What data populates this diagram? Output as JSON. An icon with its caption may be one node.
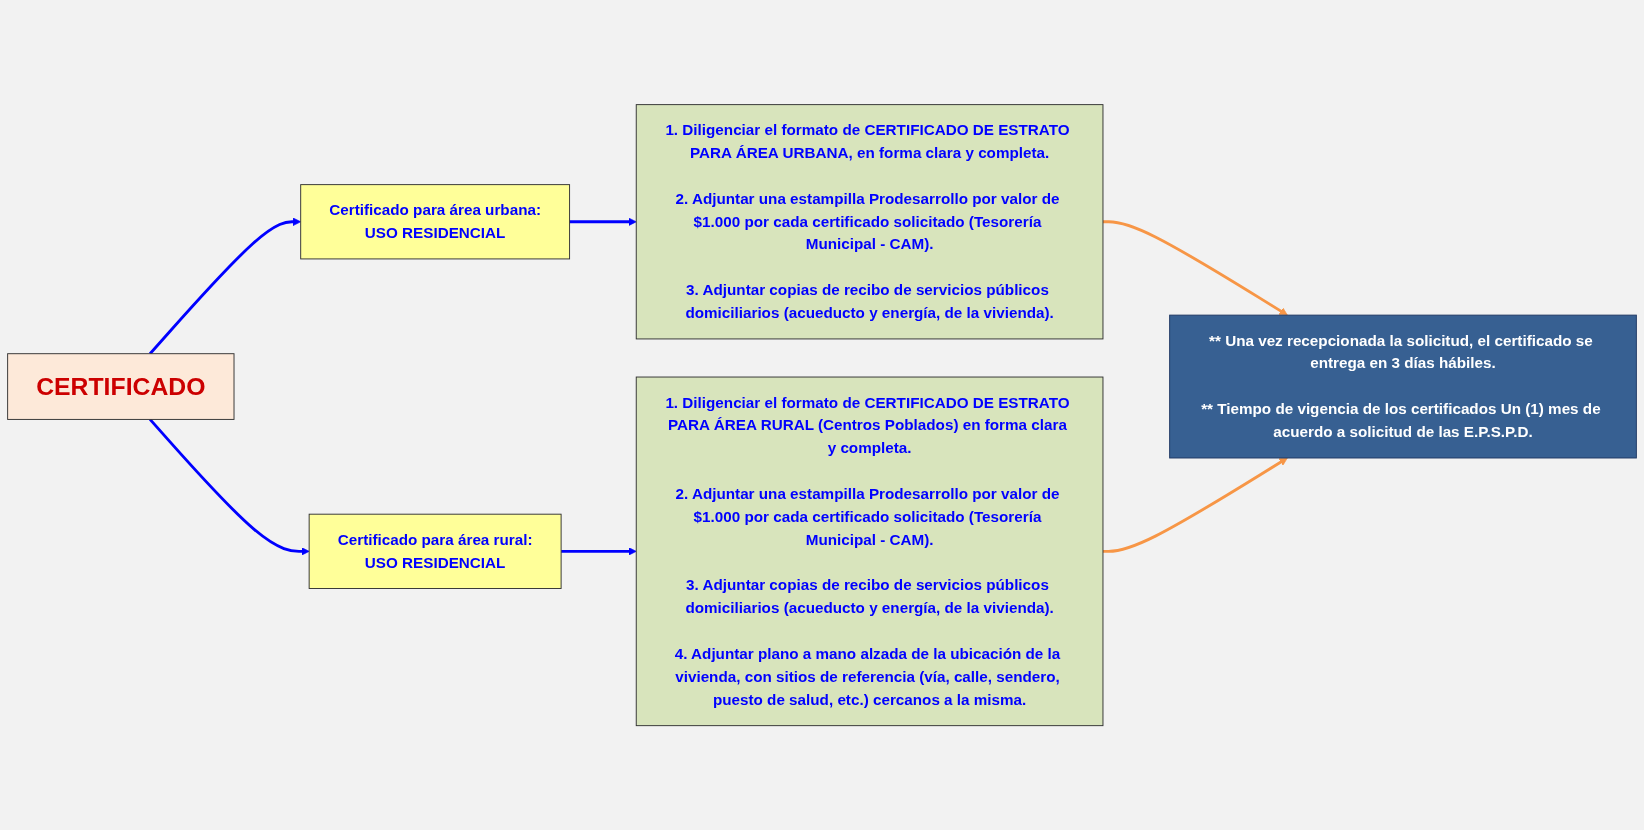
{
  "diagram": {
    "nodes": [
      {
        "text": [
          "CERTIFICADO"
        ]
      },
      {
        "text": [
          "Certificado para área urbana:",
          "USO RESIDENCIAL"
        ]
      },
      {
        "text": [
          "1. Diligenciar el formato de CERTIFICADO DE ESTRATO PARA ÁREA URBANA, en forma clara y completa.",
          "2. Adjuntar una estampilla Prodesarrollo por valor de $1.000 por cada certificado solicitado (Tesorería Municipal - CAM).",
          "3. Adjuntar copias de recibo de servicios públicos domiciliarios (acueducto y energía, de la vivienda)."
        ]
      },
      {
        "text": [
          "Certificado para área rural:",
          "USO RESIDENCIAL"
        ]
      },
      {
        "text": [
          "1. Diligenciar el formato de CERTIFICADO DE ESTRATO PARA ÁREA RURAL (Centros Poblados) en forma clara y completa.",
          "2. Adjuntar una estampilla Prodesarrollo por valor de $1.000 por cada certificado solicitado (Tesorería Municipal - CAM).",
          "3. Adjuntar copias de recibo de servicios públicos domiciliarios (acueducto y energía, de la vivienda).",
          "4. Adjuntar plano a mano alzada de la ubicación de la vivienda, con sitios de referencia (vía, calle, sendero, puesto de salud, etc.) cercanos a la misma."
        ]
      },
      {
        "text": [
          "** Una vez recepcionada la solicitud, el certificado se entrega en 3 días hábiles.",
          "** Tiempo de vigencia de los certificados Un (1) mes de acuerdo a solicitud de las E.P.S.P.D."
        ]
      }
    ],
    "edges": [
      {
        "from": 0,
        "to": 1,
        "arrow": "to"
      },
      {
        "from": 1,
        "to": 2,
        "arrow": "to"
      },
      {
        "from": 0,
        "to": 3,
        "arrow": "to"
      },
      {
        "from": 3,
        "to": 4,
        "arrow": "to"
      },
      {
        "from": 2,
        "to": 5,
        "arrow": "to",
        "color": "#f79646"
      },
      {
        "from": 4,
        "to": 5,
        "arrow": "to",
        "color": "#f79646"
      }
    ]
  }
}
